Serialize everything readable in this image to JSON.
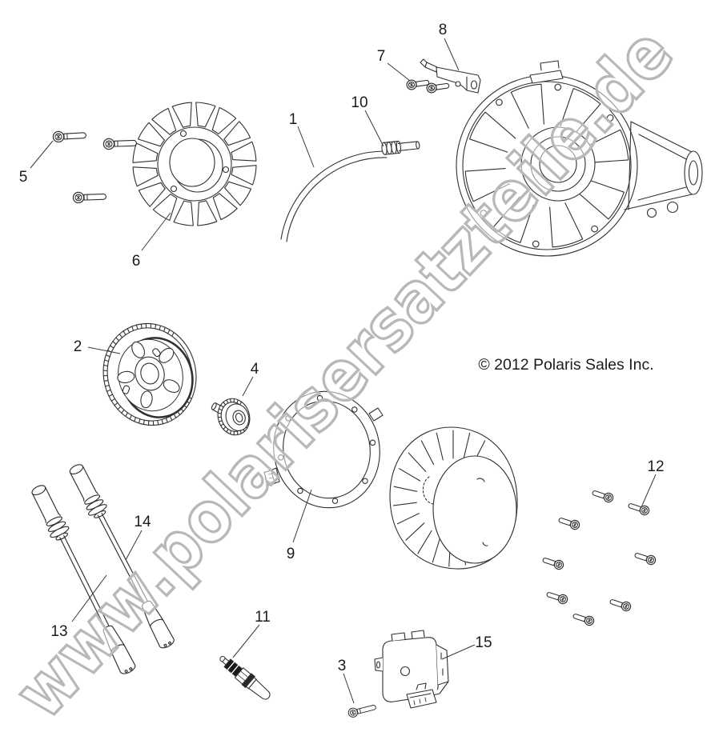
{
  "diagram": {
    "copyright": "© 2012 Polaris Sales Inc.",
    "watermark": "www.polarisersatzteile.de"
  },
  "colors": {
    "line": "#303030",
    "label_text": "#1c1c1c",
    "watermark_stroke": "#b8b8b8",
    "watermark_fill": "#ffffff",
    "background": "#ffffff"
  },
  "callouts": [
    {
      "num": "1"
    },
    {
      "num": "2"
    },
    {
      "num": "3"
    },
    {
      "num": "4"
    },
    {
      "num": "5"
    },
    {
      "num": "6"
    },
    {
      "num": "7"
    },
    {
      "num": "8"
    },
    {
      "num": "9"
    },
    {
      "num": "10"
    },
    {
      "num": "11"
    },
    {
      "num": "12"
    },
    {
      "num": "13"
    },
    {
      "num": "14"
    },
    {
      "num": "15"
    }
  ]
}
